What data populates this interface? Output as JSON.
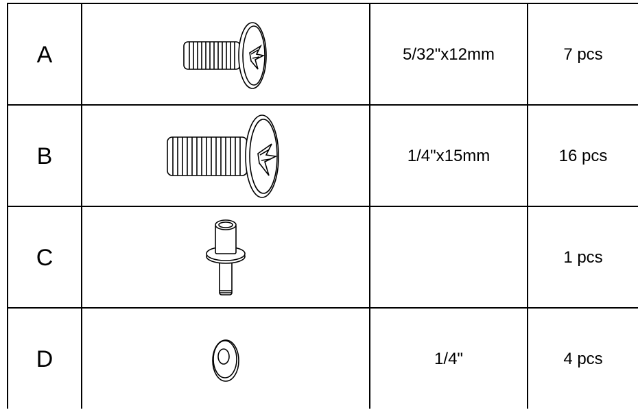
{
  "parts": [
    {
      "letter": "A",
      "icon": "small-screw-icon",
      "size": "5/32\"x12mm",
      "qty": "7 pcs"
    },
    {
      "letter": "B",
      "icon": "large-screw-icon",
      "size": "1/4\"x15mm",
      "qty": "16 pcs"
    },
    {
      "letter": "C",
      "icon": "shelf-pin-icon",
      "size": "",
      "qty": "1 pcs"
    },
    {
      "letter": "D",
      "icon": "washer-icon",
      "size": "1/4\"",
      "qty": "4 pcs"
    }
  ]
}
